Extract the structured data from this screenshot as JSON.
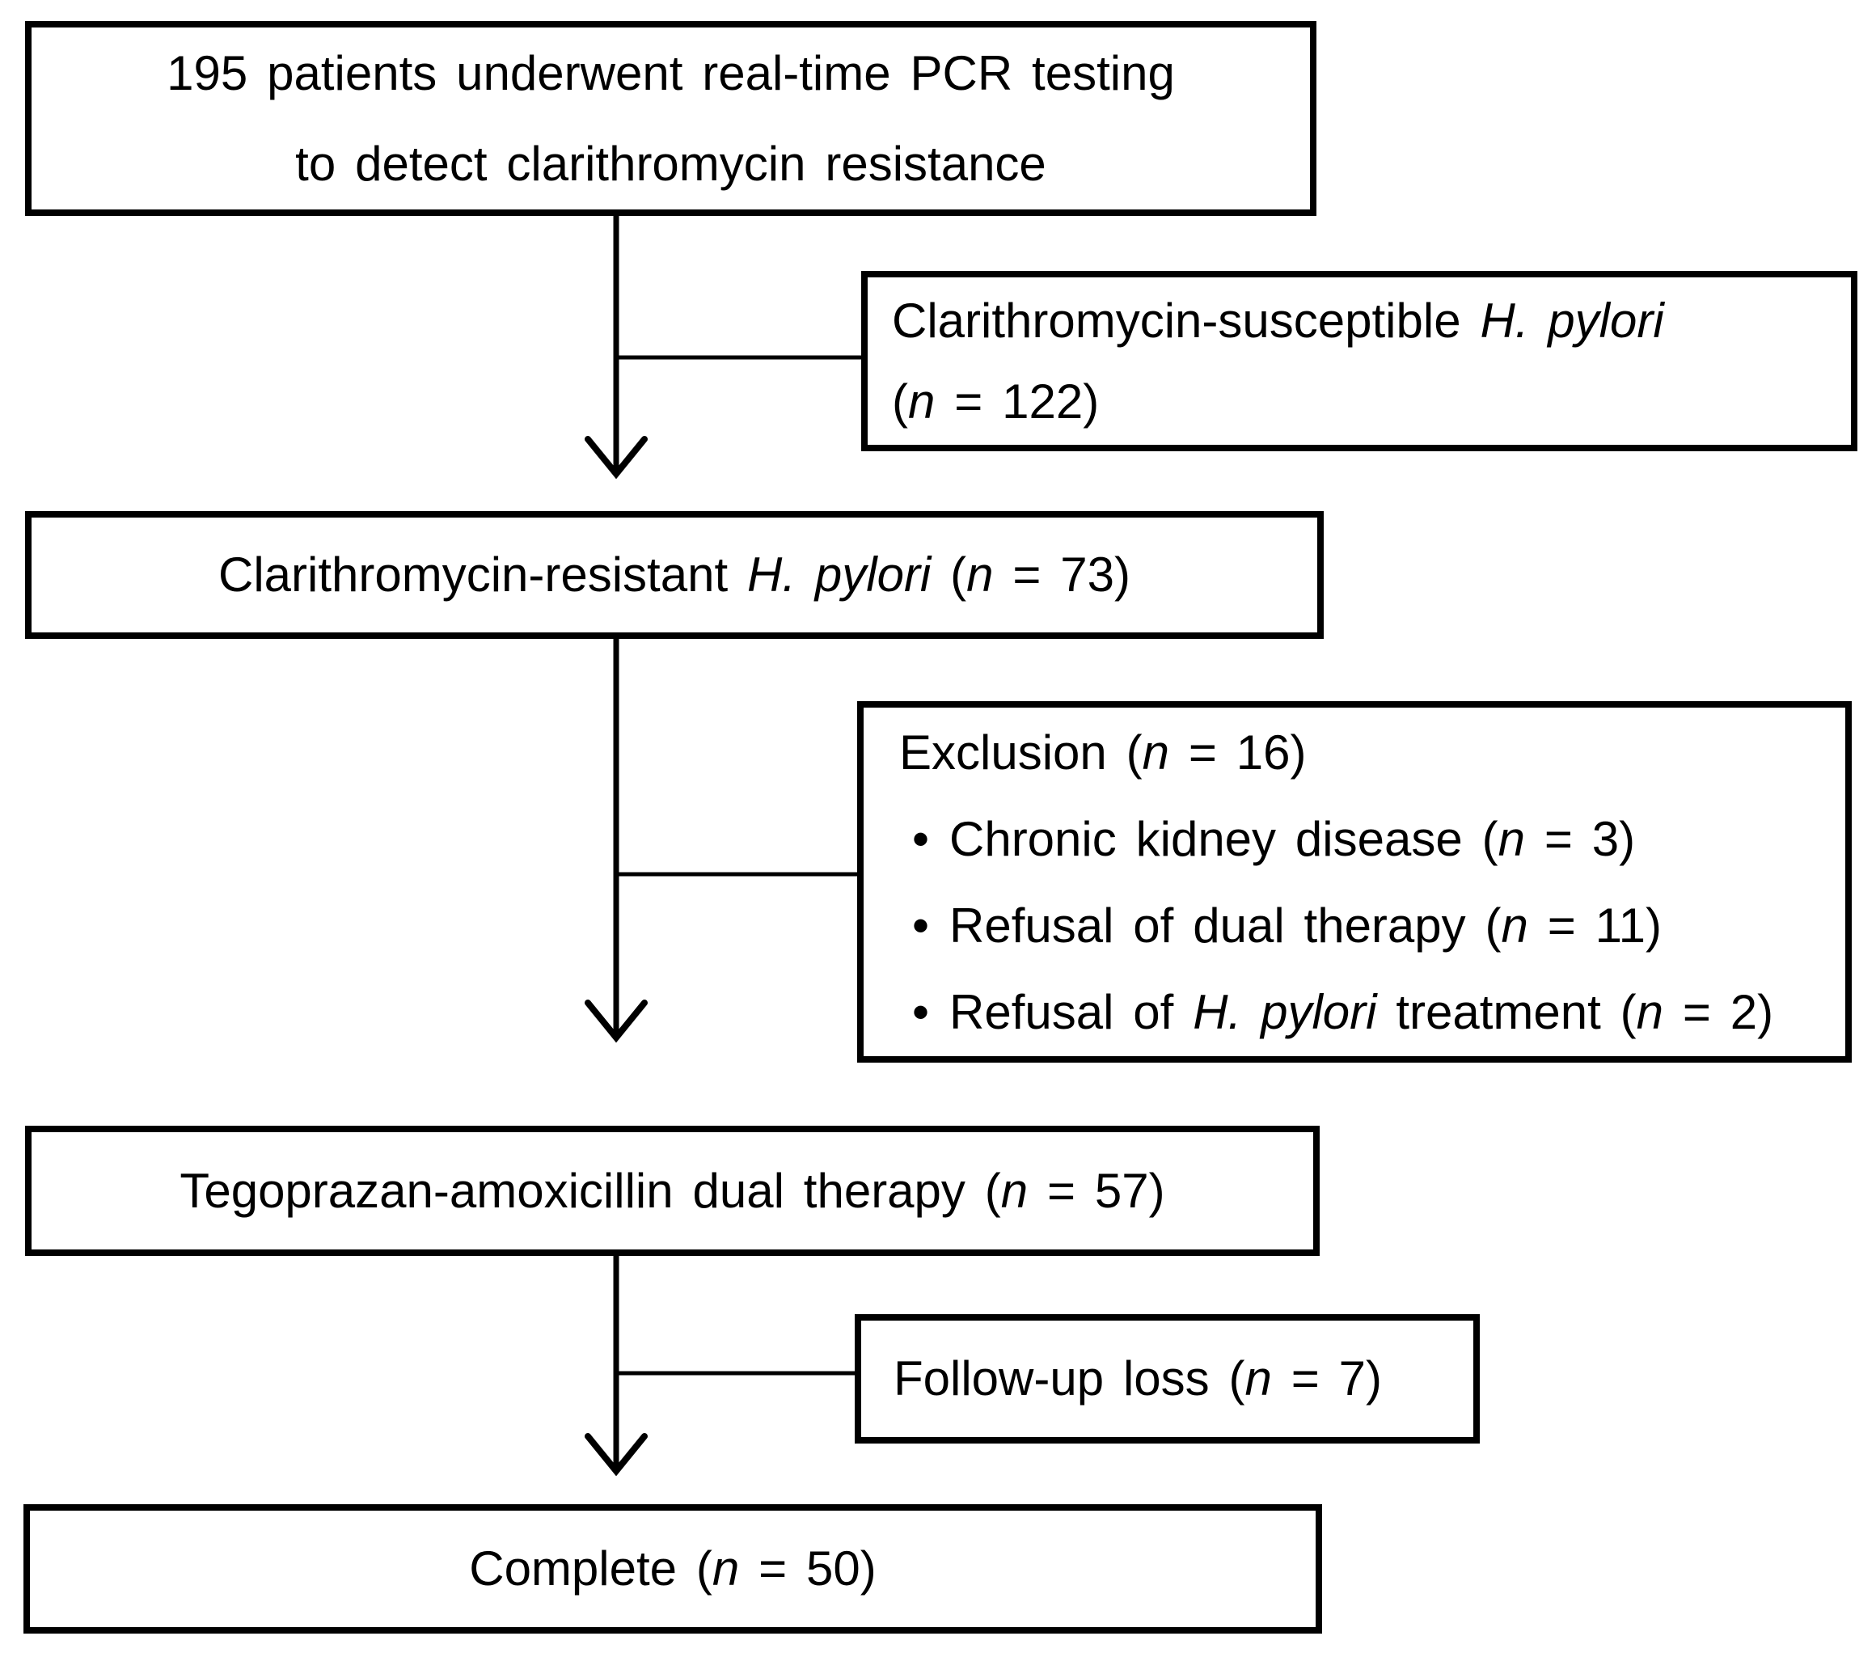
{
  "colors": {
    "border": "#000000",
    "background": "#ffffff",
    "text": "#000000"
  },
  "boxes": {
    "pcr": {
      "line1": "195 patients underwent real-time PCR testing",
      "line2": "to detect clarithromycin resistance"
    },
    "susceptible": {
      "run1": "Clarithromycin-susceptible ",
      "run2": "H. pylori",
      "line2run1": "(",
      "line2run2": "n",
      "line2run3": " = 122)"
    },
    "resistant": {
      "run1": "Clarithromycin-resistant ",
      "run2": "H. pylori",
      "run3": " (",
      "run4": "n",
      "run5": " = 73)"
    },
    "exclusion": {
      "bullet": "•",
      "titlerun1": "Exclusion (",
      "titlerun2": "n",
      "titlerun3": " = 16)",
      "b1run1": "Chronic kidney disease (",
      "b1run2": "n",
      "b1run3": " = 3)",
      "b2run1": "Refusal of dual therapy (",
      "b2run2": "n",
      "b2run3": " = 11)",
      "b3run1": "Refusal of ",
      "b3run2": "H. pylori",
      "b3run3": " treatment (",
      "b3run4": "n",
      "b3run5": " = 2)"
    },
    "dual_therapy": {
      "run1": "Tegoprazan-amoxicillin dual therapy (",
      "run2": "n",
      "run3": " = 57)"
    },
    "followup": {
      "run1": "Follow-up loss (",
      "run2": "n",
      "run3": " = 7)"
    },
    "complete": {
      "run1": "Complete (",
      "run2": "n",
      "run3": " = 50)"
    }
  }
}
